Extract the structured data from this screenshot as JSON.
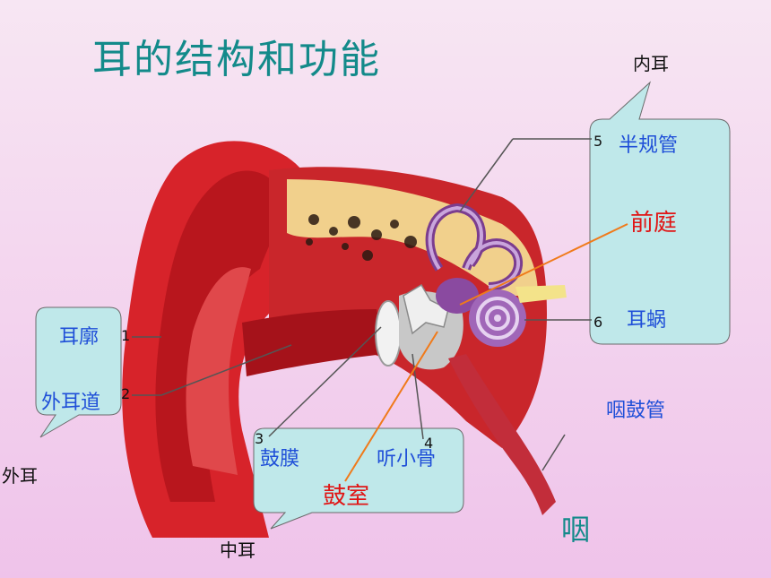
{
  "title": "耳的结构和功能",
  "callouts": {
    "inner_ear": "内耳",
    "outer_ear": "外耳",
    "middle_ear": "中耳"
  },
  "labels": {
    "auricle": "耳廓",
    "ear_canal": "外耳道",
    "eardrum": "鼓膜",
    "ossicles": "听小骨",
    "tympanic_cavity": "鼓室",
    "semicircular": "半规管",
    "vestibule": "前庭",
    "cochlea": "耳蜗",
    "eustachian": "咽鼓管",
    "pharynx": "咽"
  },
  "numbers": {
    "n1": "1",
    "n2": "2",
    "n3": "3",
    "n4": "4",
    "n5": "5",
    "n6": "6"
  },
  "colors": {
    "title": "#138a8a",
    "bubble_fill": "#bfe8ea",
    "label_blue": "#1f4fd8",
    "label_red": "#e01515",
    "pointer_orange": "#f07a1a"
  }
}
